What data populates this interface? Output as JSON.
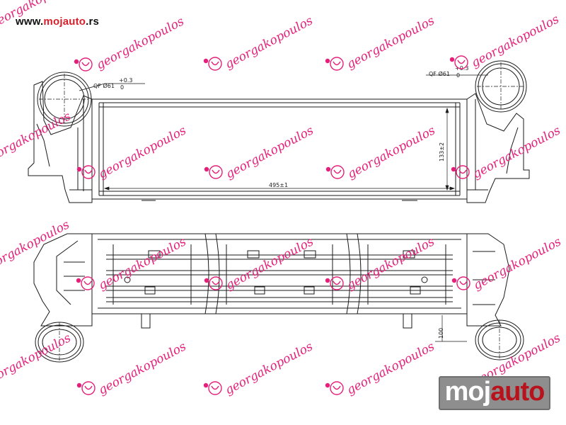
{
  "site_url": {
    "part1": "www.",
    "part2": "mojauto",
    "part3": ".rs"
  },
  "watermark_text": "georgakopoulos",
  "logo": {
    "part1": "moj",
    "part2": "auto"
  },
  "dimensions": {
    "port_left": "QF Ø61",
    "port_right": "QF Ø61",
    "tolerance_upper": "+0.3",
    "tolerance_lower": "0",
    "length": "495±1",
    "height": "133±2",
    "depth": "100"
  },
  "colors": {
    "url_accent": "#d81e2a",
    "watermark": "#e6207a",
    "logo_accent": "#b8131c"
  }
}
